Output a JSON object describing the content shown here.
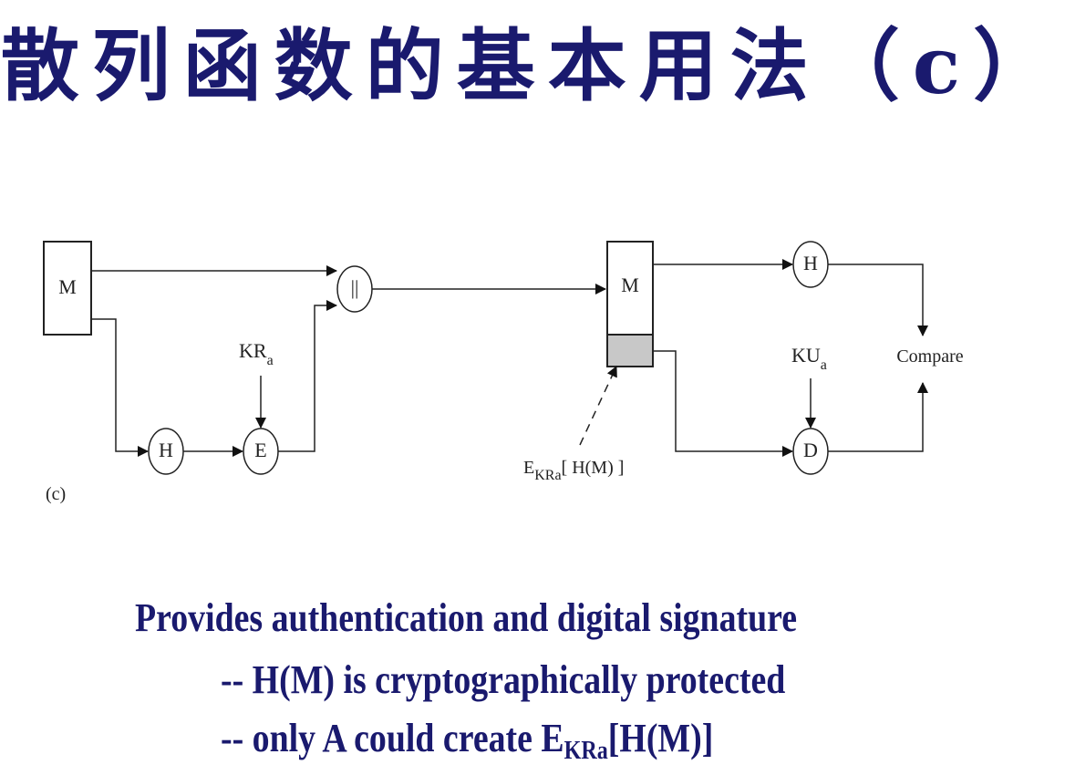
{
  "title": "散列函数的基本用法（c）",
  "diagram": {
    "panel_label": "(c)",
    "sender": {
      "message": "M",
      "hash": "H",
      "encrypt": "E",
      "concat": "||",
      "key": "KR",
      "key_sub": "a"
    },
    "receiver": {
      "message": "M",
      "hash": "H",
      "decrypt": "D",
      "key": "KU",
      "key_sub": "a",
      "compare": "Compare",
      "signature_label": "E",
      "signature_sub": "KRa",
      "signature_rest": "[ H(M) ]"
    }
  },
  "notes": {
    "main": "Provides authentication and digital signature",
    "line1": "-- H(M) is cryptographically protected",
    "line2_pre": "-- only A could create E",
    "line2_sub": "KRa",
    "line2_post": "[H(M)]"
  },
  "colors": {
    "title": "#1a1a6e",
    "notes": "#1a1a6e",
    "signature_fill": "#c8c8c8"
  }
}
